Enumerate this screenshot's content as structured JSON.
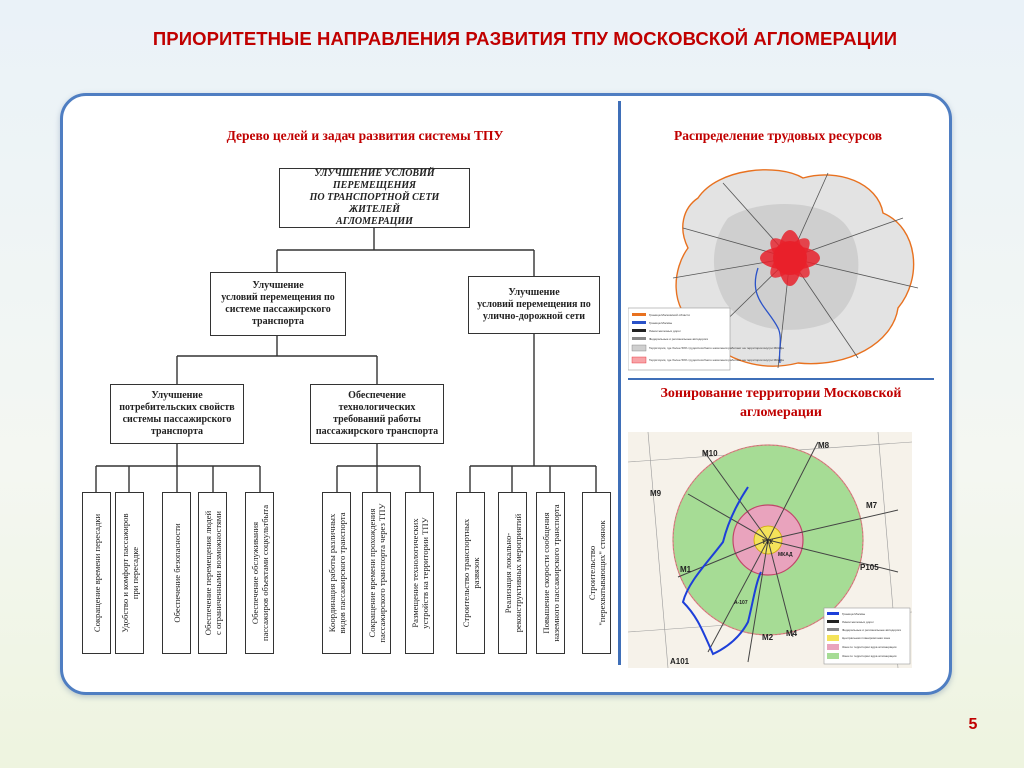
{
  "slide": {
    "title": "ПРИОРИТЕТНЫЕ НАПРАВЛЕНИЯ РАЗВИТИЯ ТПУ МОСКОВСКОЙ АГЛОМЕРАЦИИ",
    "page_number": "5"
  },
  "tree": {
    "subtitle": "Дерево целей и задач развития системы ТПУ",
    "root": "УЛУЧШЕНИЕ УСЛОВИЙ ПЕРЕМЕЩЕНИЯ\nПО ТРАНСПОРТНОЙ СЕТИ ЖИТЕЛЕЙ\nАГЛОМЕРАЦИИ",
    "level1": [
      "Улучшение\nусловий перемещения по\nсистеме пассажирского\nтранспорта",
      "Улучшение\nусловий перемещения по\nулично-дорожной сети"
    ],
    "level2": [
      "Улучшение\nпотребительских свойств\nсистемы пассажирского\nтранспорта",
      "Обеспечение\nтехнологических\nтребований работы\nпассажирского транспорта"
    ],
    "leaves": [
      "Сокращение времени пересадки",
      "Удобство и комфорт пассажиров\nпри пересадке",
      "Обеспечение безопасности",
      "Обеспечение перемещения людей\nс ограниченными возможностями",
      "Обеспечение обслуживания\nпассажиров объектами соцкультбыта",
      "Координация работы различных\nвидов пассажирского транспорта",
      "Сокращение времени прохождения\nпассажирского транспорта через ТПУ",
      "Размещение технологических\nустройств на территории ТПУ",
      "Строительство транспортных\nразвязок",
      "Реализация локально-\nреконструктивных мероприятий",
      "Повышение скорости сообщения\nназемного пассажирского транспорта",
      "Строительство\n\"перехватывающих\" стоянок"
    ]
  },
  "maps": {
    "labor_title": "Распределение трудовых ресурсов",
    "zoning_title": "Зонирование территории Московской агломерации",
    "labor_legend": [
      "Граница Московской области",
      "Граница Москвы",
      "Линии железных дорог",
      "Федеральные и региональные автодороги",
      "Территория, где более 50% трудоспособного населения работают на территории внутри МКАДа",
      "Территория, где более 50% трудоспособного населения работают на территории внутри МКАДа"
    ],
    "zoning_legend": [
      "Граница Москвы",
      "Линии железных дорог",
      "Федеральные и региональные автодороги",
      "Центральная планировочная зона",
      "Зона по территории ядра агломерации",
      "Зона по территории ядра агломерации"
    ],
    "highways": [
      "M10",
      "M8",
      "M9",
      "M7",
      "M1",
      "P105",
      "M2",
      "M4",
      "A101",
      "ТТК",
      "МКАД",
      "А-107"
    ]
  },
  "colors": {
    "title_red": "#c00000",
    "frame_blue": "#4f7ec2",
    "zone_green": "#8fd37a",
    "zone_pink": "#e79ab4",
    "labor_red": "#e8212b",
    "moscow_border_blue": "#1d3fd9"
  }
}
